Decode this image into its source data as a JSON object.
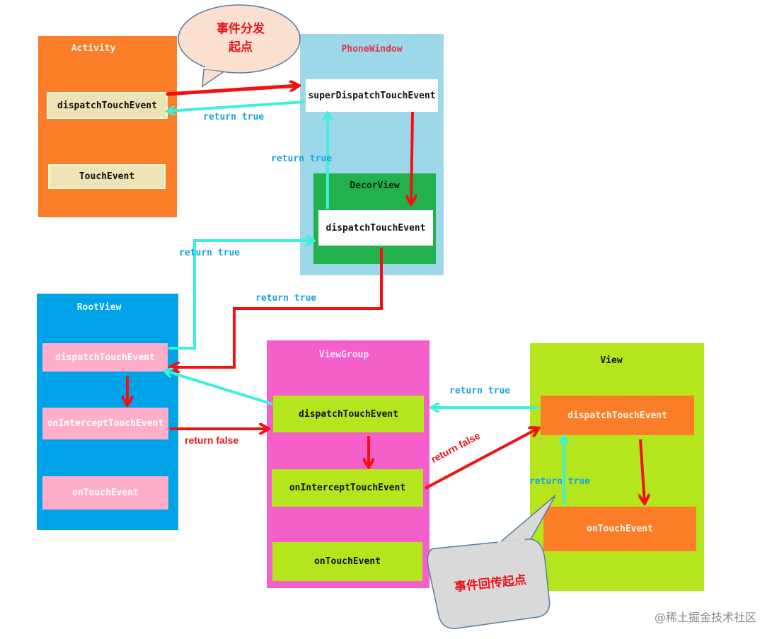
{
  "colors": {
    "activity": "#fb7d28",
    "activity_method": "#ede3b4",
    "phonewindow": "#9cd8ea",
    "decorview": "#22b14c",
    "rootview": "#00a2e8",
    "rootview_method": "#ffaec9",
    "viewgroup": "#f55fca",
    "viewgroup_method": "#b5e61d",
    "view": "#b5e61d",
    "view_method": "#fb7d28",
    "dispatch_arrow": "#f51010",
    "return_arrow": "#3ef0dc",
    "return_label": "#1aa3e0"
  },
  "activity": {
    "title": "Activity",
    "methods": [
      "dispatchTouchEvent",
      "TouchEvent"
    ]
  },
  "phonewindow": {
    "title": "PhoneWindow",
    "methods": [
      "superDispatchTouchEvent"
    ]
  },
  "decorview": {
    "title": "DecorView",
    "methods": [
      "dispatchTouchEvent"
    ]
  },
  "rootview": {
    "title": "RootView",
    "methods": [
      "dispatchTouchEvent",
      "onInterceptTouchEvent",
      "onTouchEvent"
    ]
  },
  "viewgroup": {
    "title": "ViewGroup",
    "methods": [
      "dispatchTouchEvent",
      "onInterceptTouchEvent",
      "onTouchEvent"
    ]
  },
  "view": {
    "title": "View",
    "methods": [
      "dispatchTouchEvent",
      "onTouchEvent"
    ]
  },
  "labels": {
    "activity_return": "return true",
    "phonewindow_return": "return true",
    "decor_to_root_return": "return true",
    "root_to_decor_return": "return true",
    "rootview_intercept": "return false",
    "viewgroup_intercept": "return false",
    "view_to_viewgroup_return": "return true",
    "view_ontouch_return": "return true"
  },
  "bubbles": {
    "dispatch_start": [
      "事件分发",
      "起点"
    ],
    "return_start": "事件回传起点"
  },
  "watermark": "@稀土掘金技术社区"
}
